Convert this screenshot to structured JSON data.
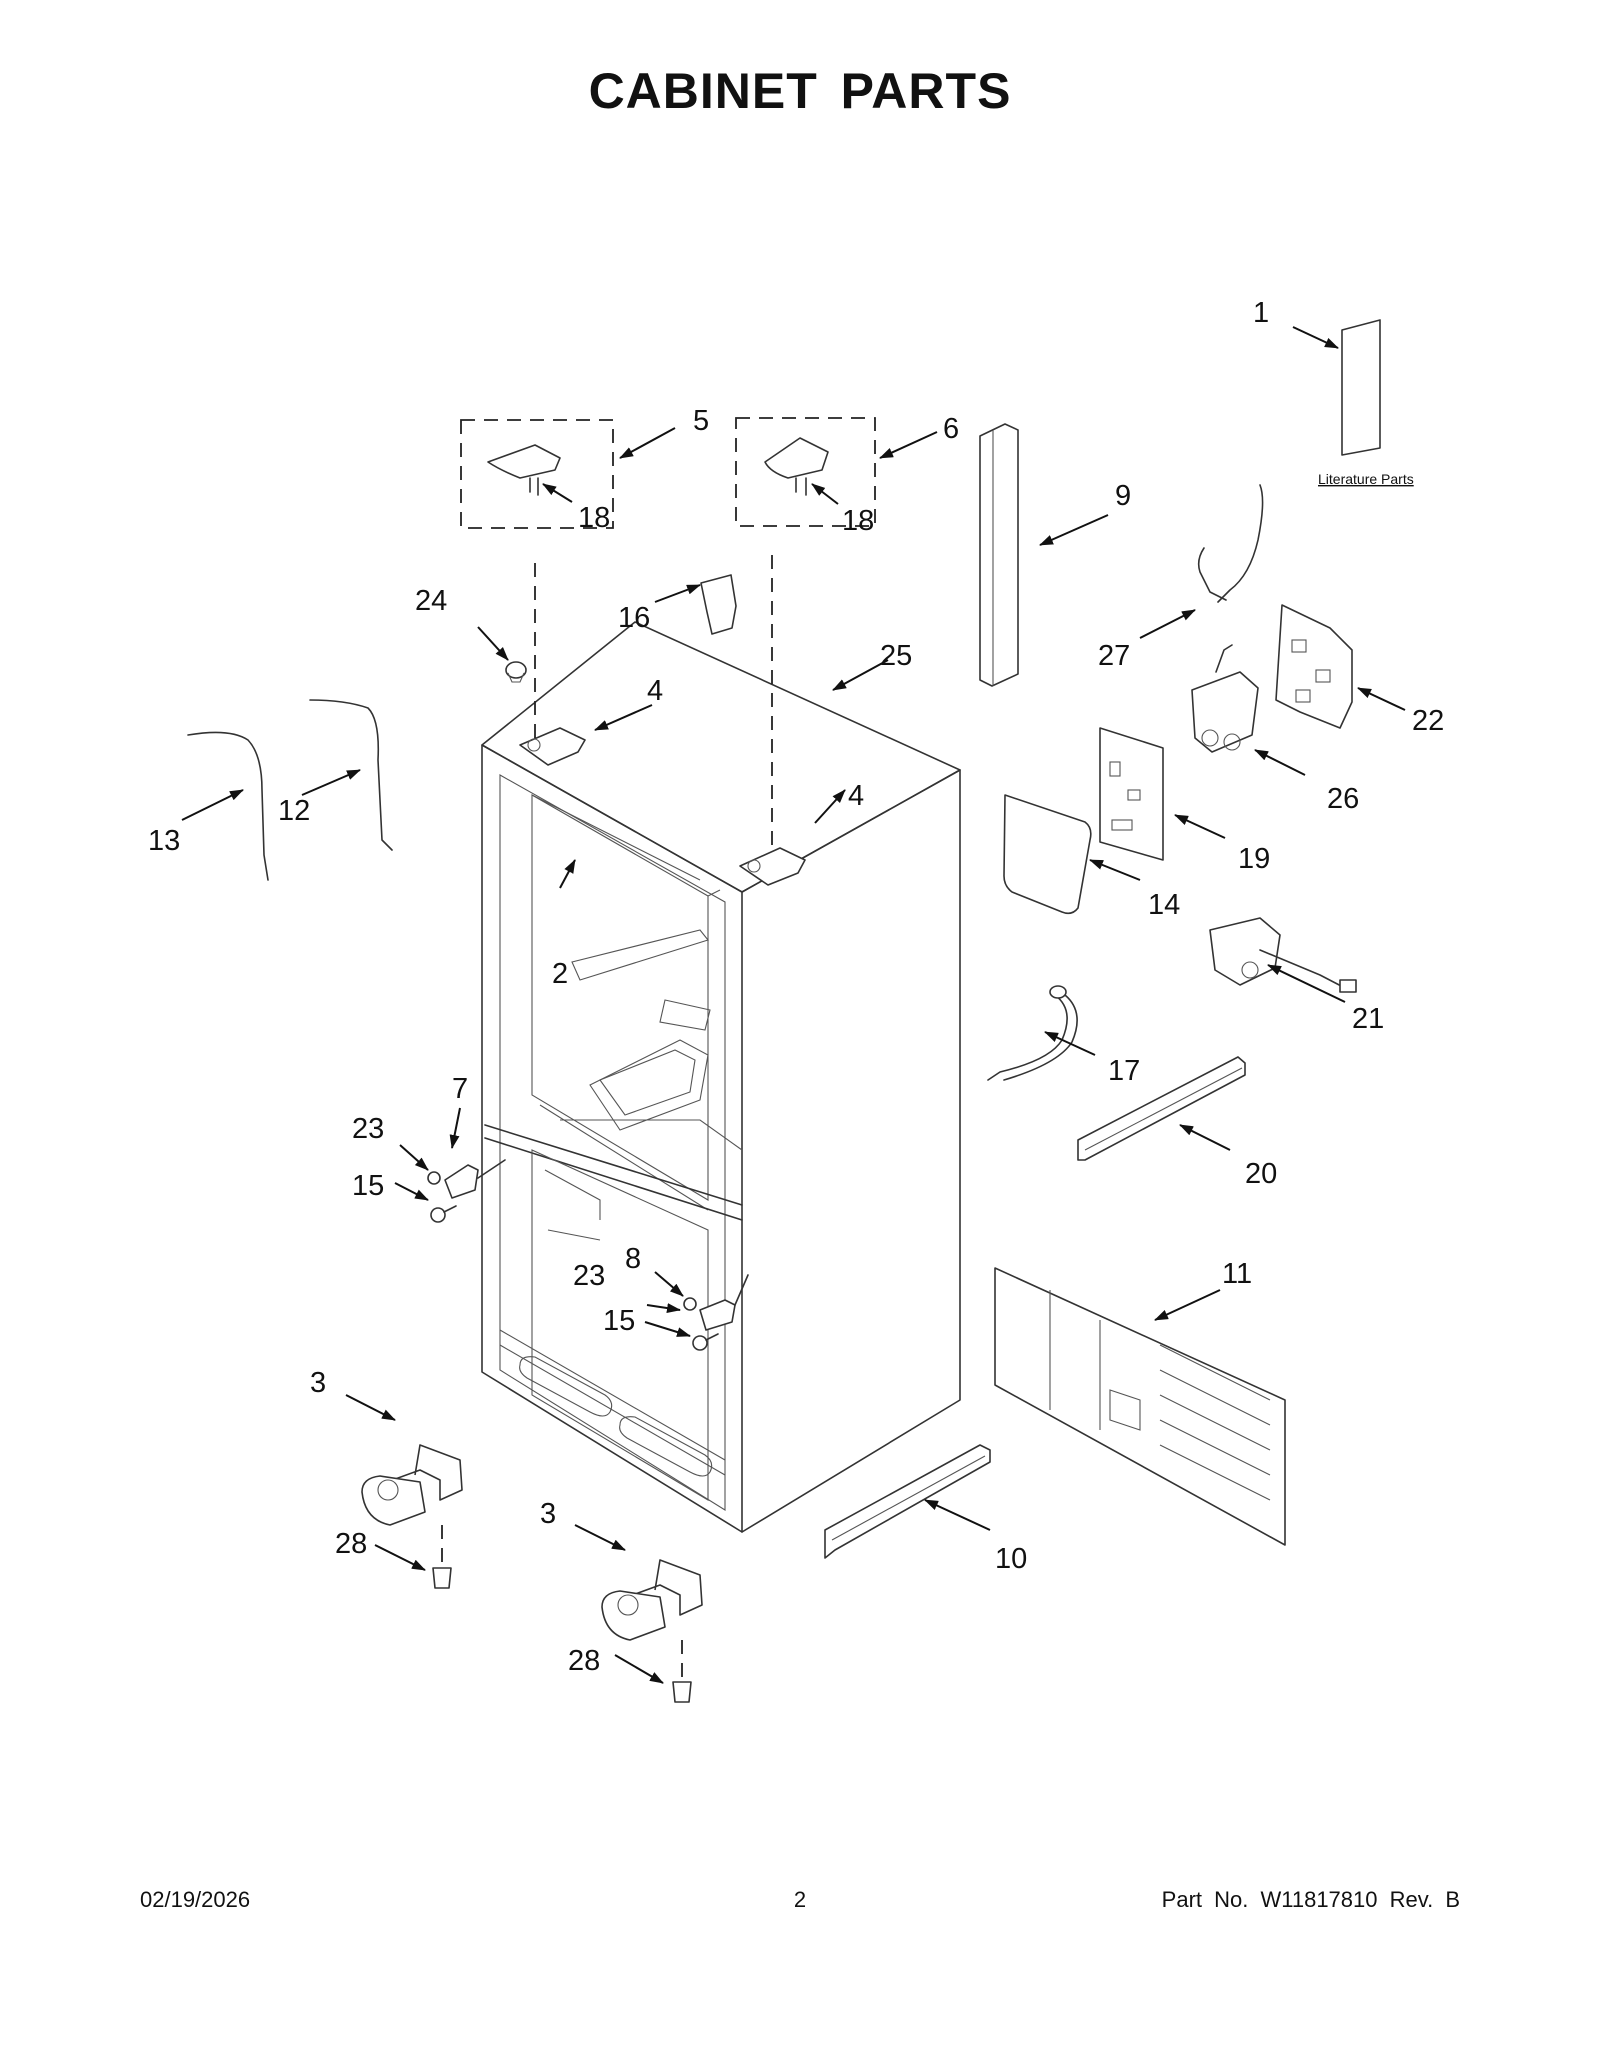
{
  "page": {
    "title": "CABINET PARTS",
    "footer": {
      "date": "02/19/2026",
      "page_number": "2",
      "part_info": "Part No.  W11817810  Rev.  B"
    }
  },
  "diagram": {
    "literature_label": "Literature Parts",
    "callouts": [
      {
        "id": "c1",
        "label": "1"
      },
      {
        "id": "c2",
        "label": "2"
      },
      {
        "id": "c3a",
        "label": "3"
      },
      {
        "id": "c3b",
        "label": "3"
      },
      {
        "id": "c4a",
        "label": "4"
      },
      {
        "id": "c4b",
        "label": "4"
      },
      {
        "id": "c5",
        "label": "5"
      },
      {
        "id": "c6",
        "label": "6"
      },
      {
        "id": "c7",
        "label": "7"
      },
      {
        "id": "c8",
        "label": "8"
      },
      {
        "id": "c9",
        "label": "9"
      },
      {
        "id": "c10",
        "label": "10"
      },
      {
        "id": "c11",
        "label": "11"
      },
      {
        "id": "c12",
        "label": "12"
      },
      {
        "id": "c13",
        "label": "13"
      },
      {
        "id": "c14",
        "label": "14"
      },
      {
        "id": "c15a",
        "label": "15"
      },
      {
        "id": "c15b",
        "label": "15"
      },
      {
        "id": "c16",
        "label": "16"
      },
      {
        "id": "c17",
        "label": "17"
      },
      {
        "id": "c18a",
        "label": "18"
      },
      {
        "id": "c18b",
        "label": "18"
      },
      {
        "id": "c19",
        "label": "19"
      },
      {
        "id": "c20",
        "label": "20"
      },
      {
        "id": "c21",
        "label": "21"
      },
      {
        "id": "c22",
        "label": "22"
      },
      {
        "id": "c23a",
        "label": "23"
      },
      {
        "id": "c23b",
        "label": "23"
      },
      {
        "id": "c24",
        "label": "24"
      },
      {
        "id": "c25",
        "label": "25"
      },
      {
        "id": "c26",
        "label": "26"
      },
      {
        "id": "c27",
        "label": "27"
      },
      {
        "id": "c28a",
        "label": "28"
      },
      {
        "id": "c28b",
        "label": "28"
      }
    ]
  }
}
